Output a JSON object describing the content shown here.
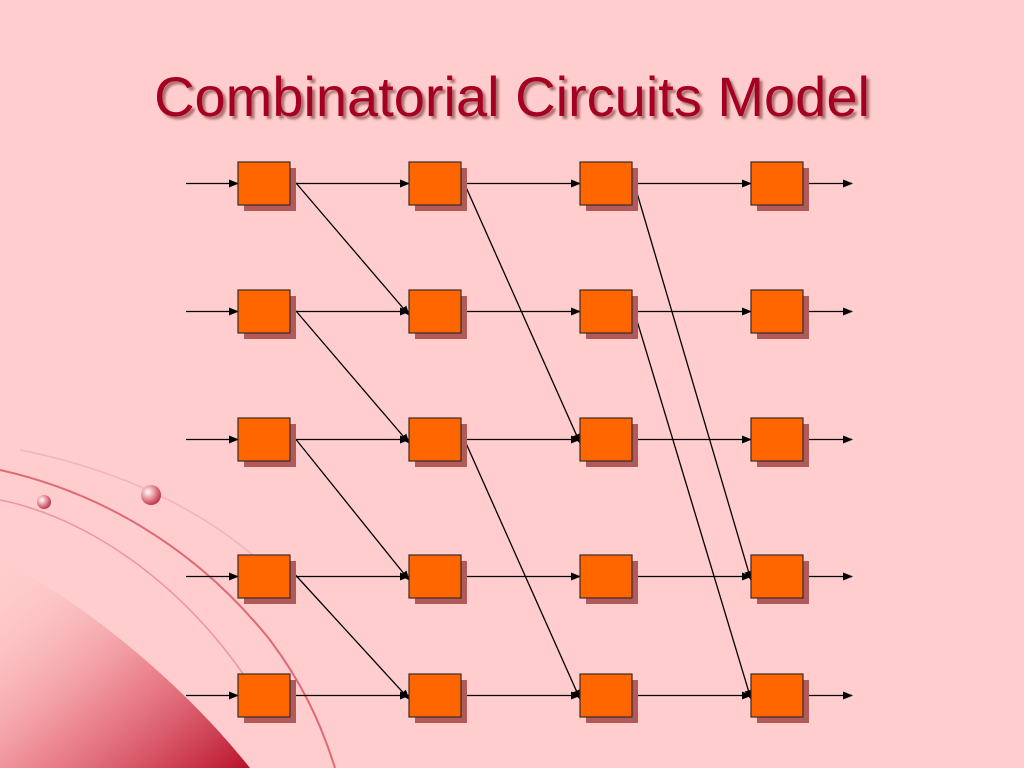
{
  "slide": {
    "title": "Combinatorial Circuits Model"
  },
  "colors": {
    "background": "#ffcdcd",
    "title": "#a50021",
    "node_fill": "#ff6600",
    "node_stroke": "#3a2a2a",
    "node_shadow": "#b05a5a",
    "wire": "#000000",
    "decoration": "#c8182f"
  },
  "diagram": {
    "columns": 4,
    "rows": 5,
    "connections": [
      {
        "from": [
          0,
          0
        ],
        "to": [
          1,
          0
        ]
      },
      {
        "from": [
          0,
          0
        ],
        "to": [
          1,
          1
        ]
      },
      {
        "from": [
          0,
          1
        ],
        "to": [
          1,
          1
        ]
      },
      {
        "from": [
          0,
          1
        ],
        "to": [
          1,
          2
        ]
      },
      {
        "from": [
          0,
          2
        ],
        "to": [
          1,
          2
        ]
      },
      {
        "from": [
          0,
          2
        ],
        "to": [
          1,
          3
        ]
      },
      {
        "from": [
          0,
          3
        ],
        "to": [
          1,
          3
        ]
      },
      {
        "from": [
          0,
          3
        ],
        "to": [
          1,
          4
        ]
      },
      {
        "from": [
          0,
          4
        ],
        "to": [
          1,
          4
        ]
      },
      {
        "from": [
          1,
          0
        ],
        "to": [
          2,
          0
        ]
      },
      {
        "from": [
          1,
          0
        ],
        "to": [
          2,
          2
        ]
      },
      {
        "from": [
          1,
          1
        ],
        "to": [
          2,
          1
        ]
      },
      {
        "from": [
          1,
          2
        ],
        "to": [
          2,
          2
        ]
      },
      {
        "from": [
          1,
          2
        ],
        "to": [
          2,
          4
        ]
      },
      {
        "from": [
          1,
          3
        ],
        "to": [
          2,
          3
        ]
      },
      {
        "from": [
          1,
          4
        ],
        "to": [
          2,
          4
        ]
      },
      {
        "from": [
          2,
          0
        ],
        "to": [
          3,
          0
        ]
      },
      {
        "from": [
          2,
          0
        ],
        "to": [
          3,
          3
        ]
      },
      {
        "from": [
          2,
          1
        ],
        "to": [
          3,
          1
        ]
      },
      {
        "from": [
          2,
          1
        ],
        "to": [
          3,
          4
        ]
      },
      {
        "from": [
          2,
          2
        ],
        "to": [
          3,
          2
        ]
      },
      {
        "from": [
          2,
          3
        ],
        "to": [
          3,
          3
        ]
      },
      {
        "from": [
          2,
          4
        ],
        "to": [
          3,
          4
        ]
      }
    ]
  }
}
